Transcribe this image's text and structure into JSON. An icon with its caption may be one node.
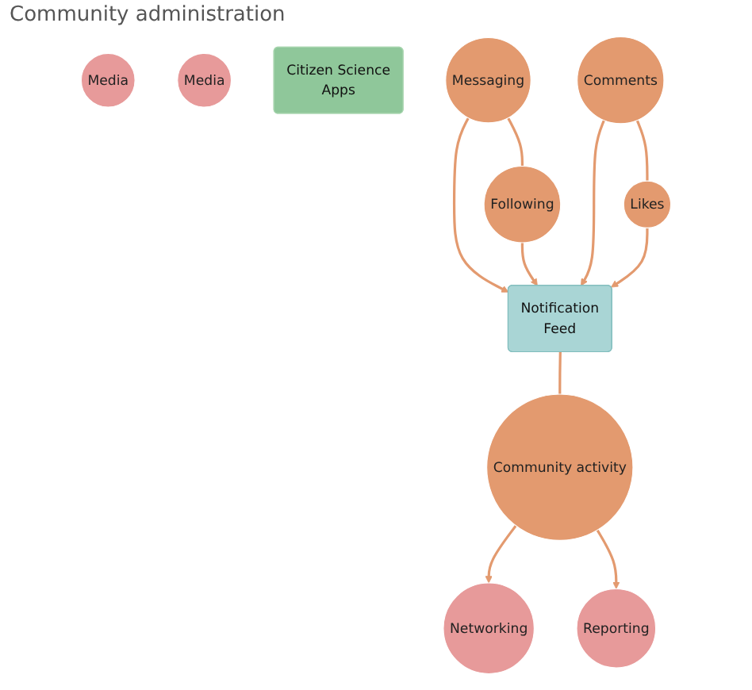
{
  "diagram": {
    "nodes": [
      {
        "text": [
          "Media"
        ]
      },
      {
        "text": [
          "Media"
        ]
      },
      {
        "text": [
          "Citizen Science",
          "Apps"
        ]
      },
      {
        "text": [
          "Following"
        ]
      },
      {
        "text": [
          "Comments"
        ]
      },
      {
        "text": [
          "Messaging"
        ]
      },
      {
        "text": [
          "Likes"
        ]
      },
      {
        "text": [
          "Notification",
          "Feed"
        ]
      },
      {
        "text": [
          "Community activity"
        ]
      },
      {
        "text": [
          "Networking"
        ]
      },
      {
        "text": [
          "Reporting"
        ]
      }
    ],
    "edges": [
      {
        "from": 5,
        "to": 3,
        "arrow": "none"
      },
      {
        "from": 4,
        "to": 6,
        "arrow": "none"
      },
      {
        "from": 5,
        "to": 7,
        "arrow": "to"
      },
      {
        "from": 3,
        "to": 7,
        "arrow": "to"
      },
      {
        "from": 4,
        "to": 7,
        "arrow": "to"
      },
      {
        "from": 6,
        "to": 7,
        "arrow": "to"
      },
      {
        "from": 7,
        "to": 8,
        "arrow": "none"
      },
      {
        "from": 8,
        "to": 9,
        "arrow": "to"
      },
      {
        "from": 8,
        "to": 10,
        "arrow": "to"
      }
    ],
    "labels": [
      "Community administration"
    ]
  }
}
